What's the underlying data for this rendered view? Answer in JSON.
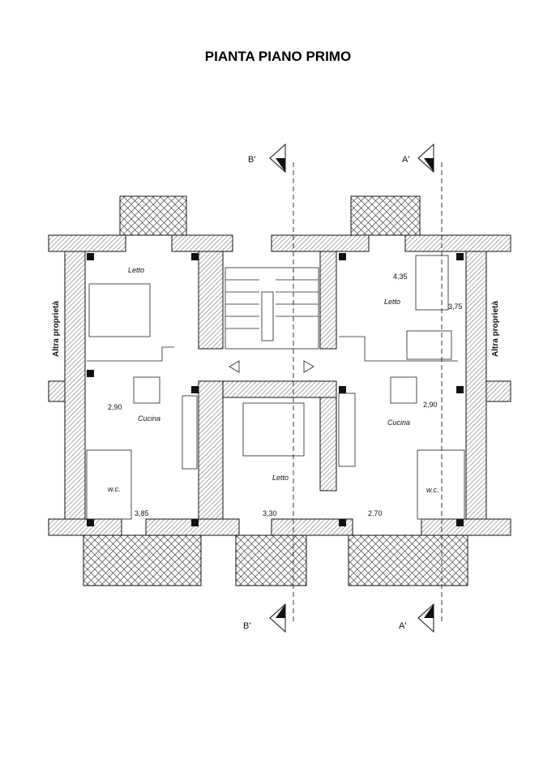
{
  "title": "PIANTA PIANO PRIMO",
  "sections": {
    "top_b": "B'",
    "top_a": "A'",
    "bottom_b": "B'",
    "bottom_a": "A'"
  },
  "side_labels": {
    "left": "Altra proprietà",
    "right": "Altra proprietà"
  },
  "rooms": {
    "left_bedroom": "Letto",
    "left_kitchen": "Cucina",
    "left_wc": "w.c.",
    "center_bedroom": "Letto",
    "right_bedroom": "Letto",
    "right_kitchen": "Cucina",
    "right_wc": "w.c."
  },
  "dimensions": {
    "left_kitchen_height": "2,90",
    "left_width": "3,85",
    "center_width": "3,30",
    "right_width": "2,70",
    "right_bedroom_width": "4,35",
    "right_bedroom_height": "3,75",
    "right_kitchen_height": "2,90"
  }
}
